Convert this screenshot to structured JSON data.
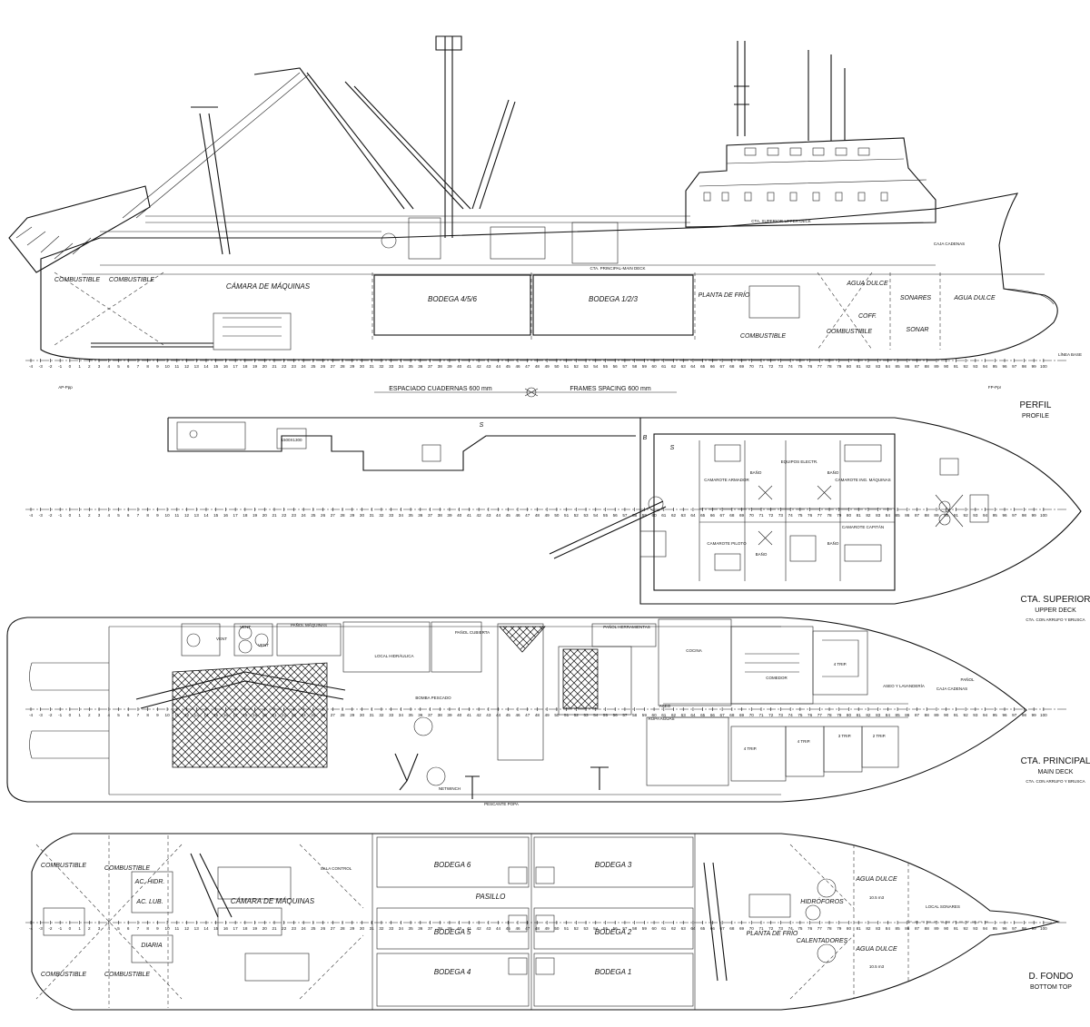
{
  "views": {
    "profile": {
      "title": "PERFIL",
      "subtitle": "PROFILE"
    },
    "upper_deck": {
      "title": "CTA. SUPERIOR",
      "subtitle": "UPPER DECK",
      "note": "CTA. CON ARRUFO Y BRUSCA"
    },
    "main_deck": {
      "title": "CTA. PRINCIPAL",
      "subtitle": "MAIN DECK",
      "note": "CTA. CON ARRUFO Y BRUSCA"
    },
    "bottom": {
      "title": "D. FONDO",
      "subtitle": "BOTTOM TOP"
    }
  },
  "frame_scale": {
    "start": -4,
    "end": 100
  },
  "profile_labels": {
    "fuel_aft_1": "COMBUSTIBLE",
    "fuel_aft_2": "COMBUSTIBLE",
    "engine_room": "CÁMARA DE MÁQUINAS",
    "hold_456": "BODEGA 4/5/6",
    "hold_123": "BODEGA 1/2/3",
    "refrigeration_plant": "PLANTA DE FRÍO",
    "fresh_water_1": "AGUA DULCE",
    "sonars": "SONARES",
    "fresh_water_2": "AGUA DULCE",
    "chain_locker": "CAJA CADENAS",
    "coff": "COFF.",
    "fuel_fwd_1": "COMBUSTIBLE",
    "fuel_fwd_2": "COMBUSTIBLE",
    "sonar": "SONAR",
    "upper_deck_mark": "CTA. SUPERIOR-UPPER DECK",
    "main_deck_mark": "CTA. PRINCIPAL-MAIN DECK",
    "base_line": "LÍNEA BASE",
    "aft_perp": "AP-Ppp",
    "fwd_perp": "FP-Ppr",
    "spacing_es": "ESPACIADO CUADERNAS 600 mm",
    "spacing_en": "FRAMES SPACING 600 mm"
  },
  "upper_labels": {
    "hatch": "1500X1300",
    "s1": "S",
    "s2": "S",
    "b1": "B",
    "cabin_owner": "CAMAROTE ARMADOR",
    "bath_1": "BAÑO",
    "electrical": "EQUIPOS ELECTR.",
    "bath_2": "BAÑO",
    "cabin_engineer": "CAMAROTE ING. MÁQUINAS",
    "cabin_pilot": "CAMAROTE PILOTO",
    "bath_3": "BAÑO",
    "cabin_captain": "CAMAROTE CAPITÁN",
    "bath_4": "BAÑO"
  },
  "main_labels": {
    "stores_machinery": "PAÑOL MÁQUINAS",
    "vent_1": "VENT",
    "vent_2": "VENT",
    "vent_3": "VENT",
    "hydraulic_room": "LOCAL HIDRÁULICA",
    "deck_store": "PAÑOL CUBIERTA",
    "tools_store": "PAÑOL HERRAMIENTAS",
    "fish_pump": "BOMBA PESCADO",
    "netwinch": "NETWINCH",
    "stern_davit": "PESCANTE POPA",
    "kitchen": "COCINA",
    "mess": "COMEDOR",
    "trip4_1": "4 TRIP.",
    "trip4_2": "4 TRIP.",
    "trip4_3": "4 TRIP.",
    "trip3": "3 TRIP.",
    "trip2": "2 TRIP.",
    "wash": "ASEO Y LAVANDERÍA",
    "chain_locker": "CAJA CADENAS",
    "store": "PAÑOL",
    "wet_clothes": "ROPA AGUAS",
    "wc": "ASEO"
  },
  "bottom_labels": {
    "fuel_1": "COMBUSTIBLE",
    "fuel_2": "COMBUSTIBLE",
    "fuel_3": "COMBUSTIBLE",
    "fuel_4": "COMBUSTIBLE",
    "hyd_oil": "AC. HIDR.",
    "lub_oil": "AC. LUB.",
    "daily": "DIARIA",
    "engine_room": "CÁMARA DE MÁQUINAS",
    "control_room": "SALA CONTROL",
    "hold_6": "BODEGA 6",
    "hold_3": "BODEGA 3",
    "corridor": "PASILLO",
    "hold_5": "BODEGA 5",
    "hold_2": "BODEGA 2",
    "hold_4": "BODEGA 4",
    "hold_1": "BODEGA 1",
    "refrigeration_plant": "PLANTA DE FRÍO",
    "hydrophores": "HIDRÓFOROS",
    "heaters": "CALENTADORES",
    "fresh_water_1": "AGUA DULCE",
    "fw1_vol": "10.5 m3",
    "fresh_water_2": "AGUA DULCE",
    "fw2_vol": "10.5 m3",
    "sonar_room": "LOCAL SONARES"
  }
}
